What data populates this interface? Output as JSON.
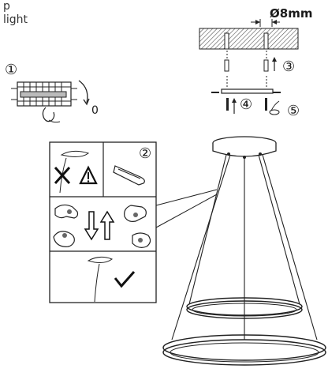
{
  "header_text": [
    "p",
    "light"
  ],
  "steps": {
    "step1": "①",
    "step2": "②",
    "step3": "③",
    "step4": "④",
    "step5": "⑤"
  },
  "labels": {
    "switch_off_value": "0",
    "hole_diameter": "Ø8mm"
  },
  "icons": [
    "warning-triangle-icon",
    "cross-icon",
    "check-icon",
    "arrow-down-icon",
    "arrow-up-icon",
    "hand-icon",
    "screwdriver-icon"
  ]
}
